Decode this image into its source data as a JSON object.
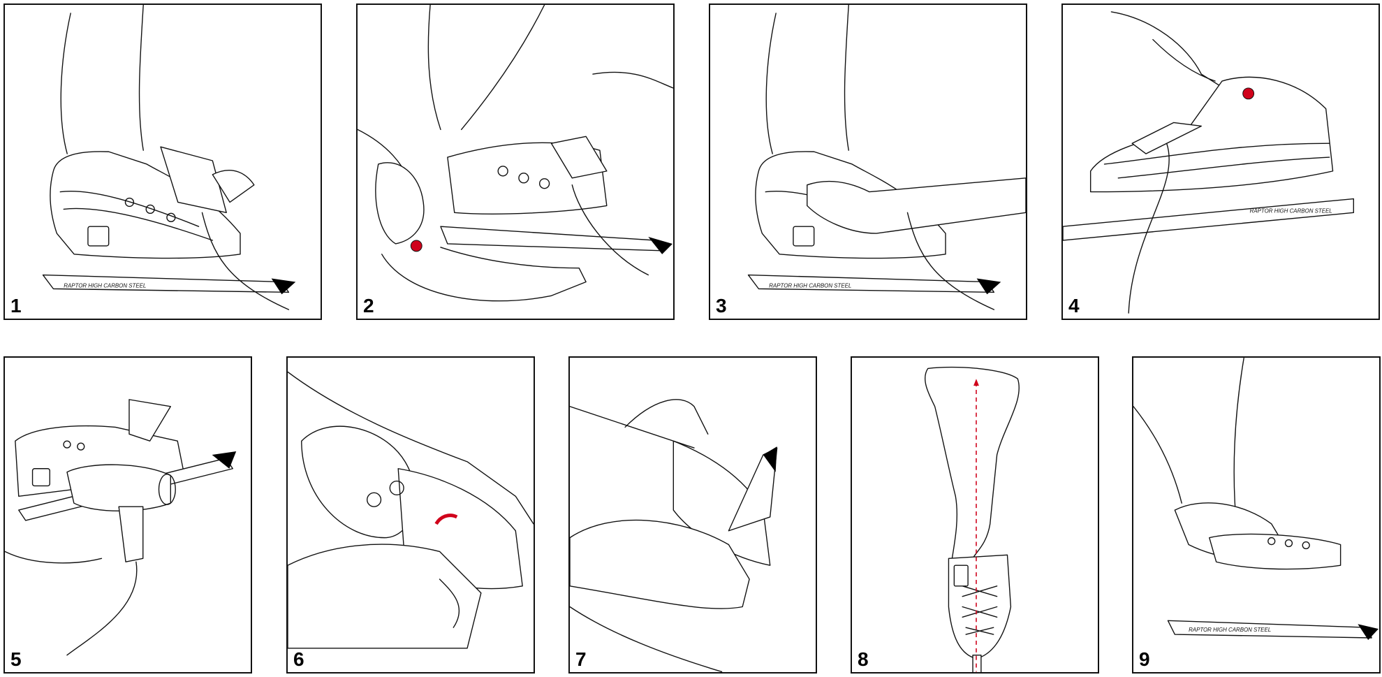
{
  "colors": {
    "accent": "#d0021b",
    "stroke": "#111111",
    "background": "#ffffff"
  },
  "panels": [
    {
      "number": "1"
    },
    {
      "number": "2"
    },
    {
      "number": "3"
    },
    {
      "number": "4"
    },
    {
      "number": "5"
    },
    {
      "number": "6"
    },
    {
      "number": "7"
    },
    {
      "number": "8"
    },
    {
      "number": "9"
    }
  ]
}
